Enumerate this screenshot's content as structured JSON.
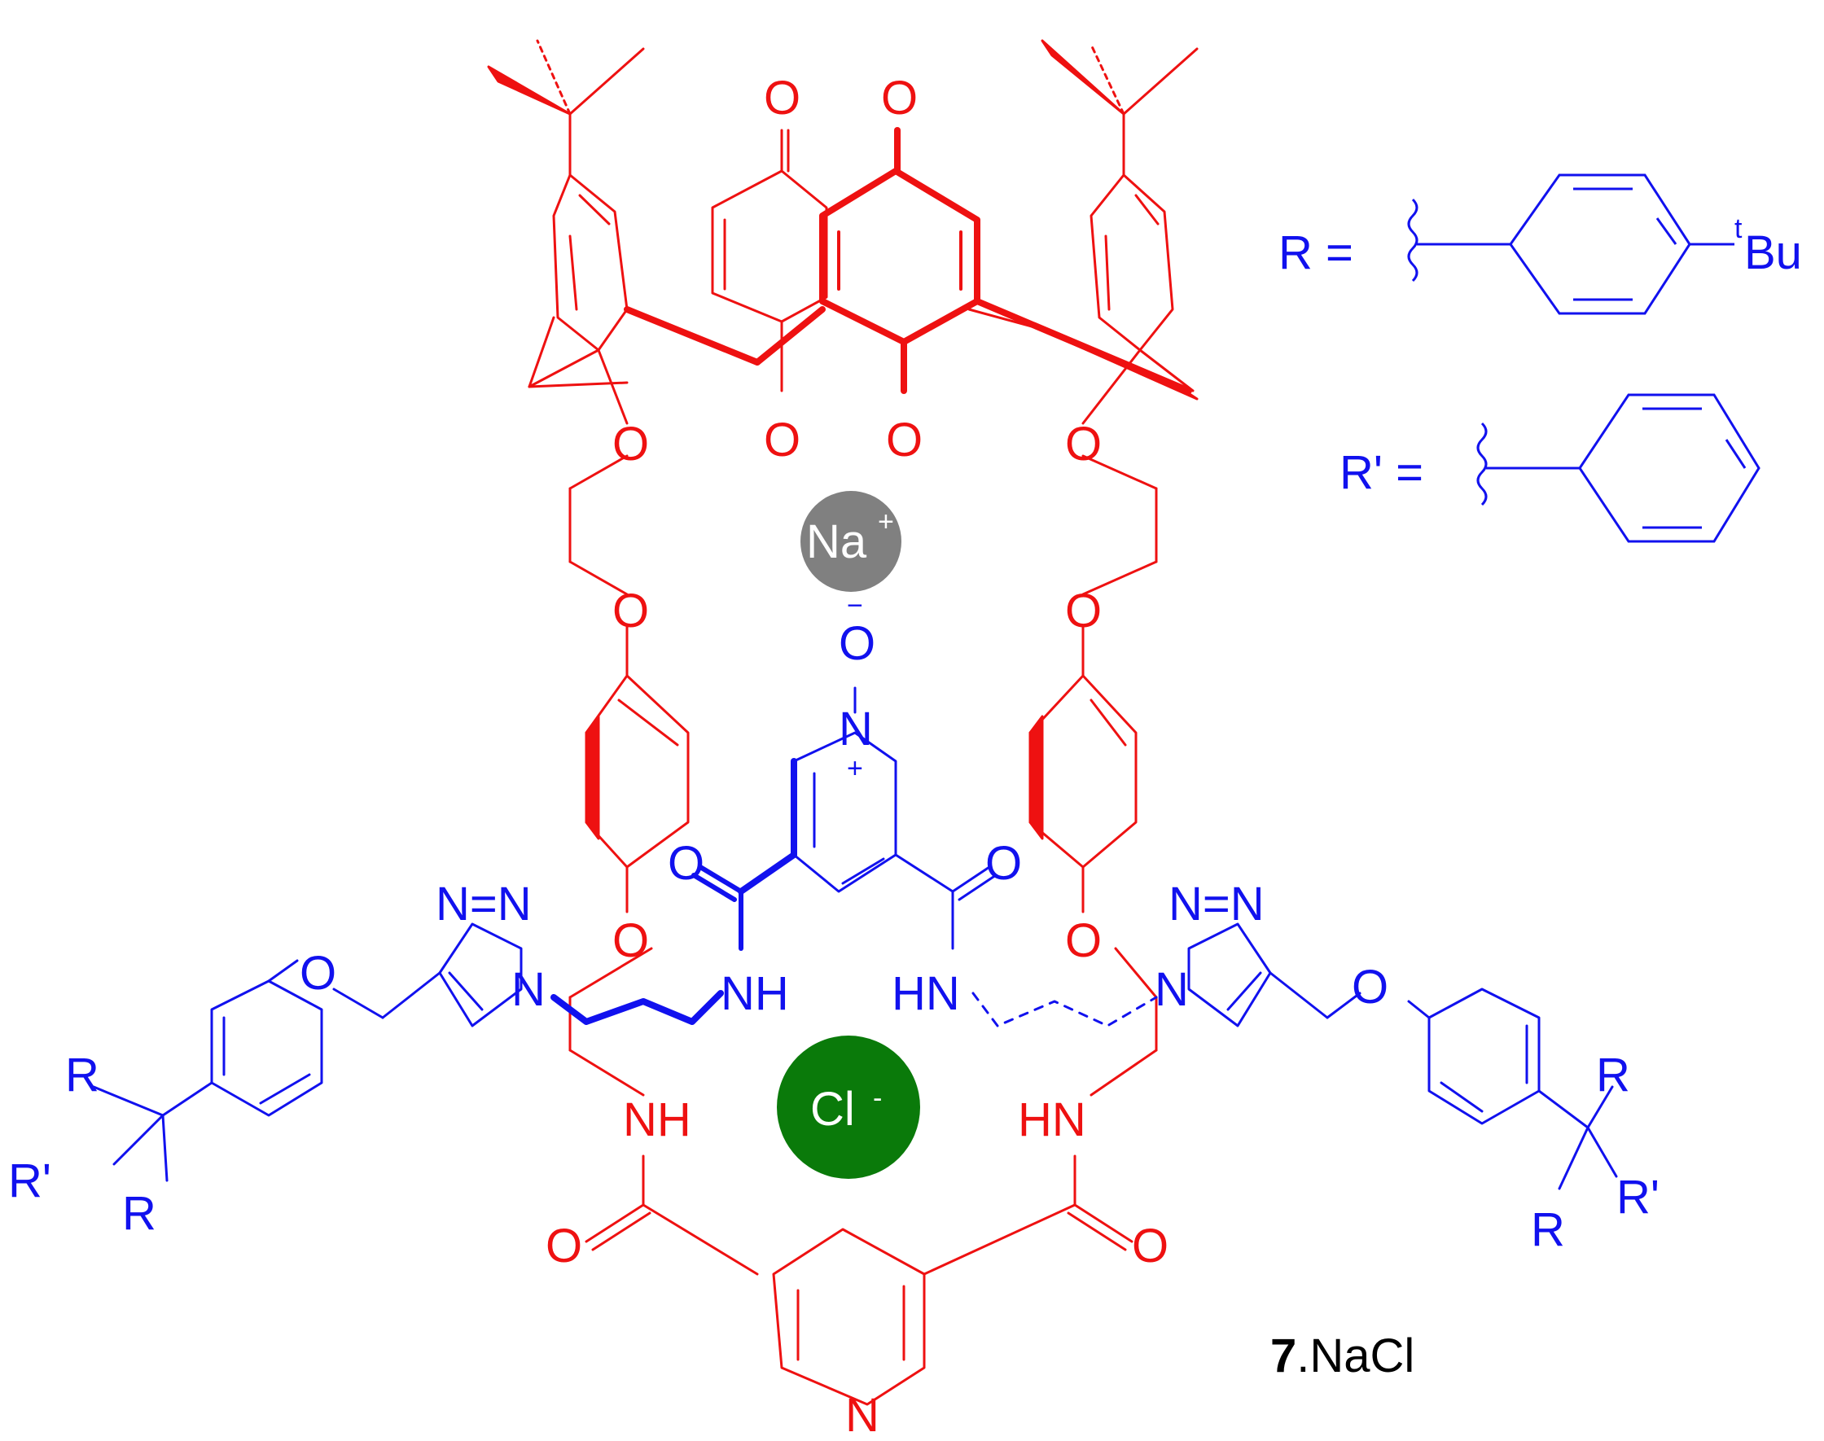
{
  "colors": {
    "host": "#ee1111",
    "guest": "#1111ee",
    "sodium": "#808080",
    "chloride": "#0a7a0a",
    "text": "#000000",
    "background": "#ffffff"
  },
  "ions": {
    "sodium": {
      "symbol": "Na",
      "charge": "+"
    },
    "chloride": {
      "symbol": "Cl",
      "charge": "-"
    }
  },
  "definitions": {
    "r": {
      "label": "R =",
      "substituent_prefix": "t",
      "substituent": "Bu"
    },
    "r_prime": {
      "label": "R' ="
    }
  },
  "atoms": {
    "oxygen": "O",
    "nitrogen": "N",
    "amide_nh": "NH",
    "amide_hn": "HN",
    "triazole_nn": "N=N",
    "nitroxide_charge_minus": "−",
    "nitroxide_charge_plus": "+",
    "r_group": "R",
    "r_prime_group": "R'"
  },
  "compound": {
    "number": "7",
    "suffix": ".NaCl"
  }
}
